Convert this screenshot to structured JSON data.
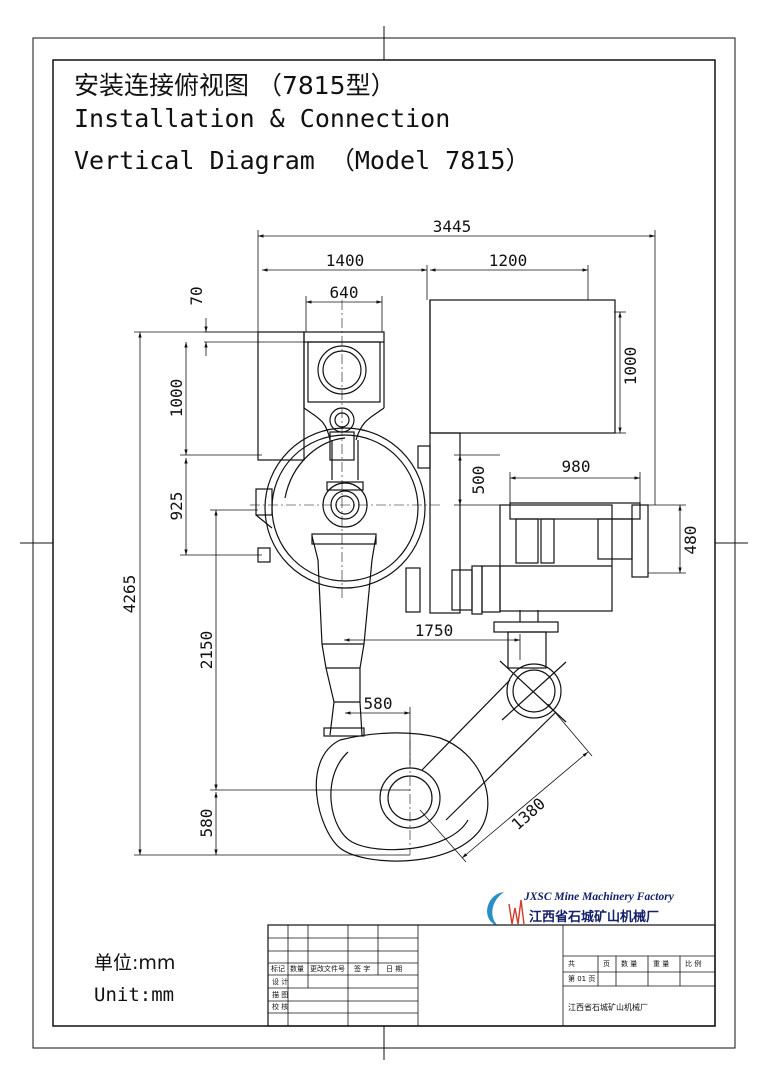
{
  "title": {
    "line1": "安装连接俯视图 （7815型）",
    "line2": "Installation & Connection",
    "line3": "Vertical Diagram （Model 7815）"
  },
  "dimensions": {
    "d3445": "3445",
    "d1400": "1400",
    "d1200": "1200",
    "d640": "640",
    "d70": "70",
    "d1000_left": "1000",
    "d1000_right": "1000",
    "d925": "925",
    "d500": "500",
    "d980": "980",
    "d480": "480",
    "d4265": "4265",
    "d2150": "2150",
    "d1750": "1750",
    "d580_top": "580",
    "d580_left": "580",
    "d1380": "1380"
  },
  "logo": {
    "english": "JXSC Mine Machinery Factory",
    "chinese": "江西省石城矿山机械厂"
  },
  "units": {
    "chinese": "单位:mm",
    "english": "Unit:mm"
  },
  "title_block": {
    "rev_mark": "标记",
    "rev_qty": "数量",
    "rev_doc": "更改文件号",
    "rev_sign": "签 字",
    "rev_date": "日 期",
    "design": "设 计",
    "draw": "描 图",
    "check": "校 核",
    "total_label": "共",
    "page_unit": "页",
    "quantity": "数 量",
    "weight": "重 量",
    "scale": "比 例",
    "page_no": "第 01 页",
    "company": "江西省石城矿山机械厂"
  },
  "colors": {
    "line": "#111111",
    "logo_blue": "#14206a",
    "logo_accent": "#2a8fc7"
  }
}
